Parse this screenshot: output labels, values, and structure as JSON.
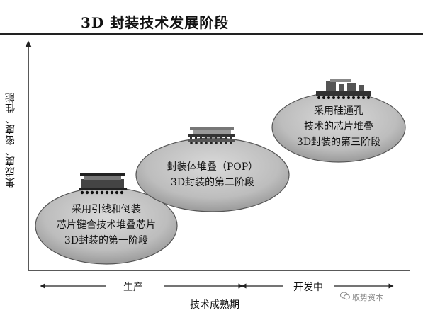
{
  "title": "3D 封装技术发展阶段",
  "y_axis_label": "集成度、密度、性能",
  "x_axis_label": "技术成熟期",
  "phases": {
    "production": "生产",
    "developing": "开发中"
  },
  "stages": [
    {
      "text": "采用引线和倒装\n芯片键合技术堆叠芯片\n3D封装的第一阶段"
    },
    {
      "text": "封装体堆叠（POP）\n3D封装的第二阶段"
    },
    {
      "text": "采用硅通孔\n技术的芯片堆叠\n3D封装的第三阶段"
    }
  ],
  "watermark": "取势资本",
  "watermark_icon": "wechat-icon"
}
